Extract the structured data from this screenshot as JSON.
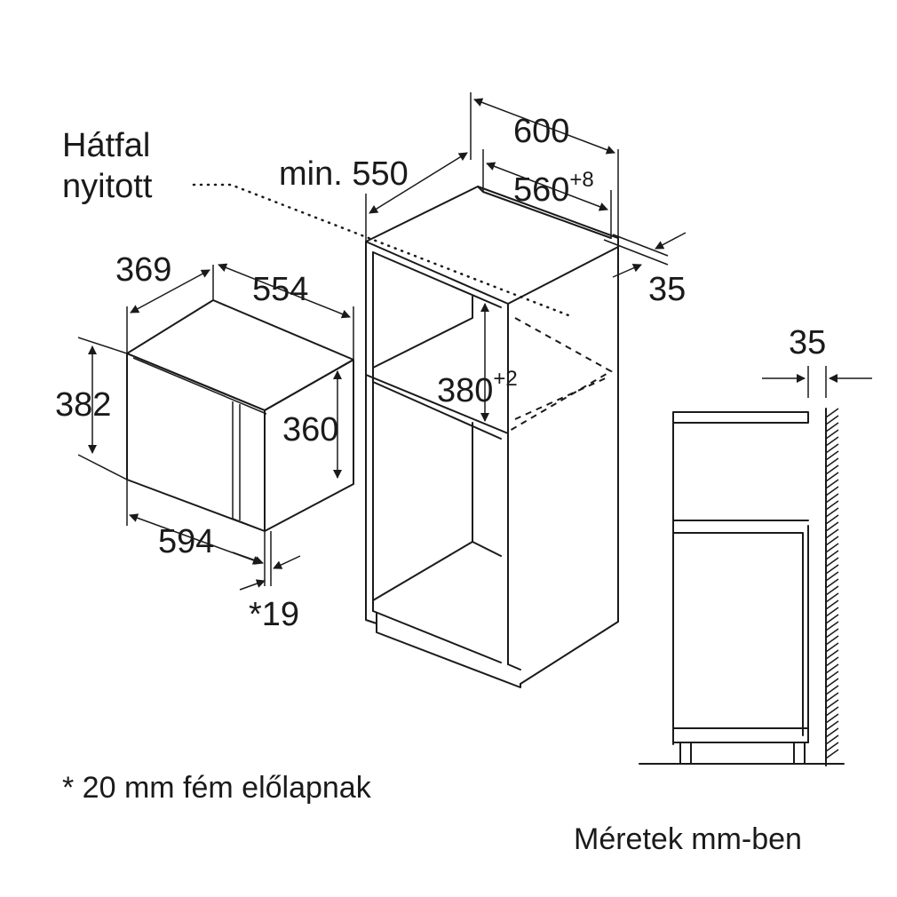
{
  "labels": {
    "back_wall_line1": "Hátfal",
    "back_wall_line2": "nyitott",
    "min_depth": "min. 550",
    "cabinet_width": "600",
    "niche_width": "560",
    "niche_width_tol": "+8",
    "cabinet_gap": "35",
    "oven_depth": "369",
    "oven_width_side": "554",
    "oven_height": "382",
    "oven_inner_height": "360",
    "oven_front_width": "594",
    "front_thickness": "*19",
    "niche_height": "380",
    "niche_height_tol": "+2",
    "side_gap": "35",
    "footnote": "* 20 mm fém előlapnak",
    "units_note": "Méretek mm-ben"
  },
  "colors": {
    "line": "#1a1a1a",
    "background": "#ffffff"
  }
}
